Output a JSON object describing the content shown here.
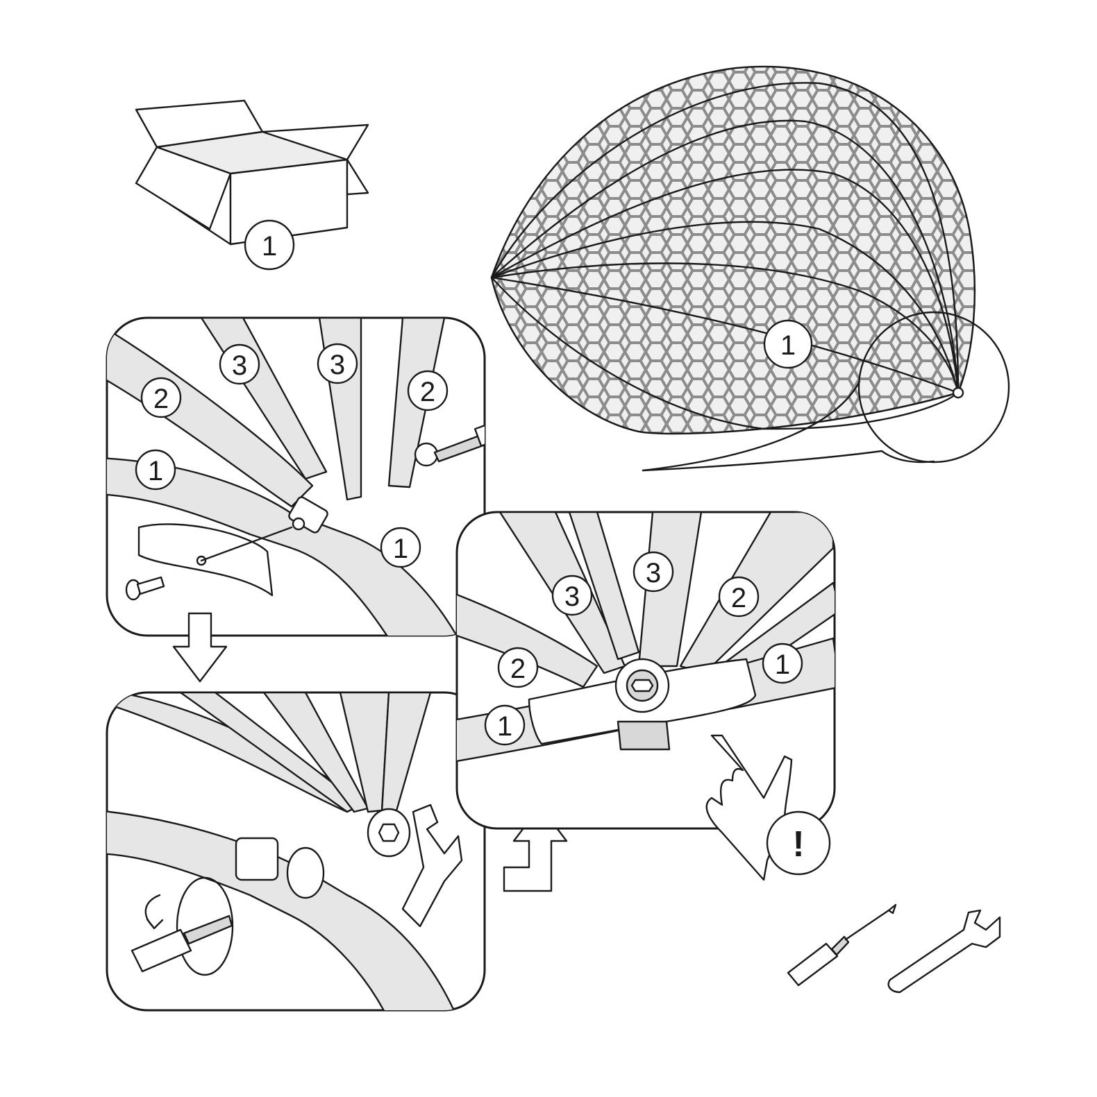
{
  "labels": {
    "box_part": "1",
    "canopy_part": "1",
    "top_left": [
      "3",
      "3",
      "2",
      "2",
      "1",
      "1"
    ],
    "right_panel": [
      "3",
      "3",
      "2",
      "2",
      "1",
      "1"
    ],
    "warning": "!"
  },
  "icons": [
    "box-icon",
    "canopy-frame",
    "screwdriver-icon",
    "wrench-icon",
    "hand-icon",
    "down-arrow-icon",
    "up-arrow-icon"
  ],
  "colors": {
    "line": "#1a1a1a",
    "tube": "#e6e6e6",
    "mesh": "#9a9a9a"
  }
}
